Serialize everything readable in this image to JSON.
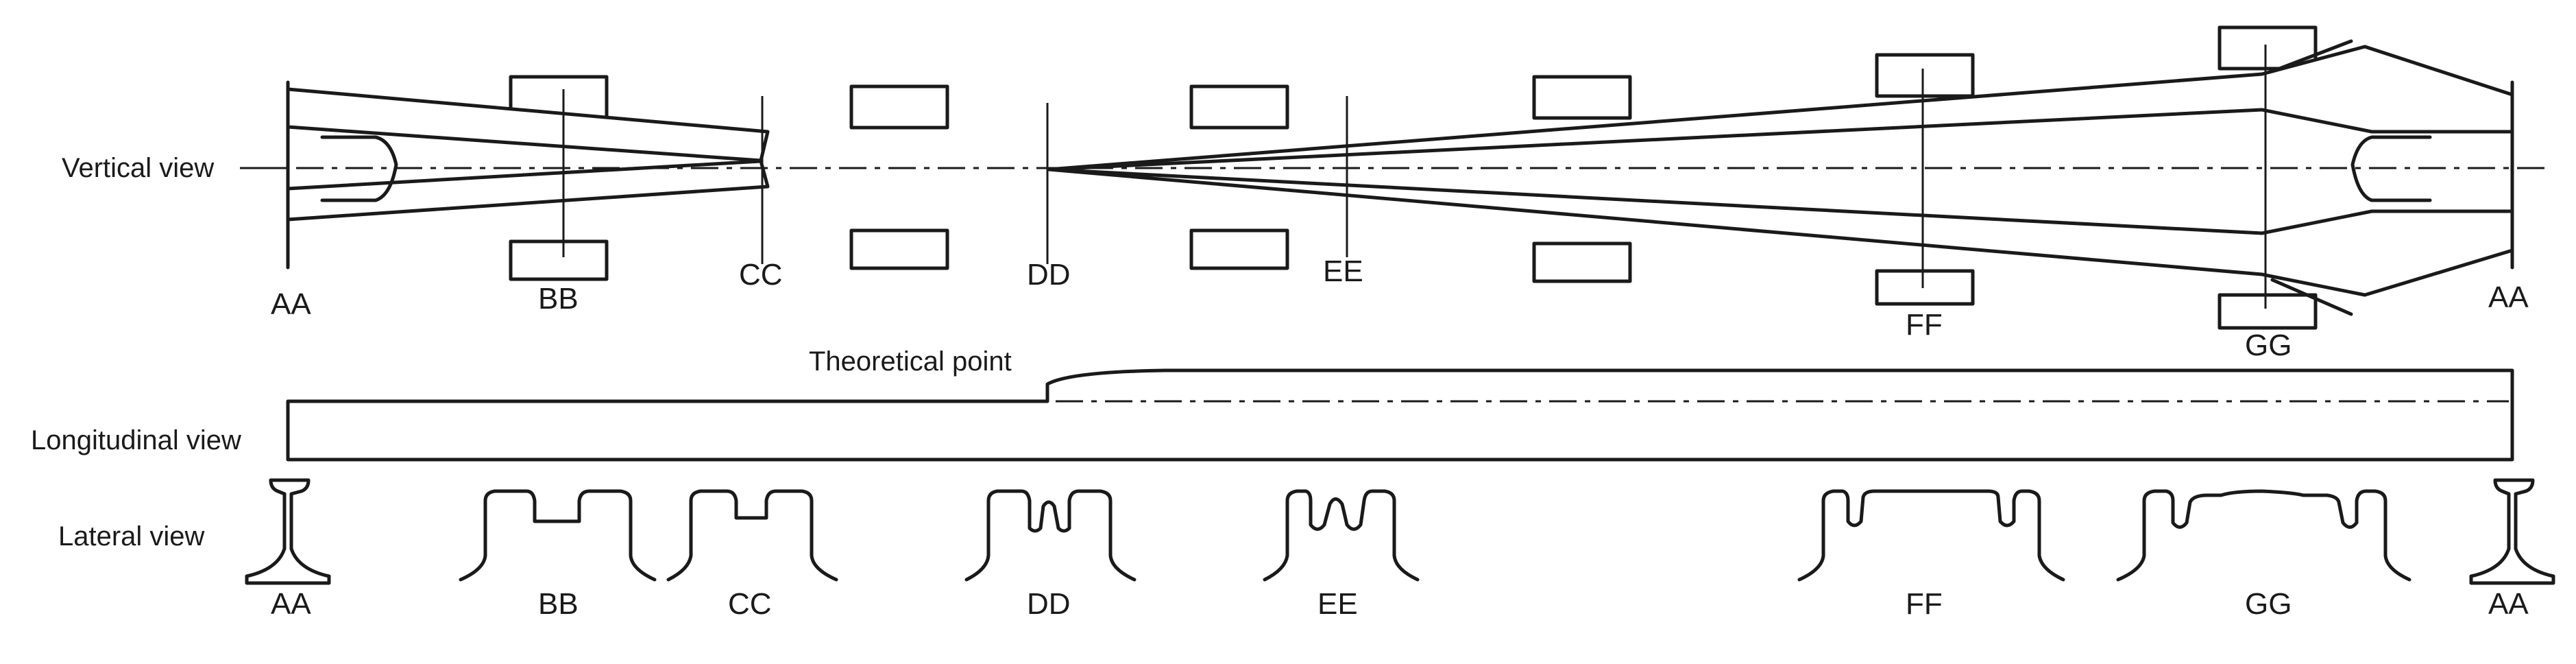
{
  "labels": {
    "vertical_view": "Vertical view",
    "longitudinal_view": "Longitudinal view",
    "lateral_view": "Lateral view",
    "theoretical_point": "Theoretical point"
  },
  "sections": {
    "aa": "AA",
    "bb": "BB",
    "cc": "CC",
    "dd": "DD",
    "ee": "EE",
    "ff": "FF",
    "gg": "GG"
  },
  "colors": {
    "ink": "#1a1a1a",
    "background": "#ffffff"
  }
}
